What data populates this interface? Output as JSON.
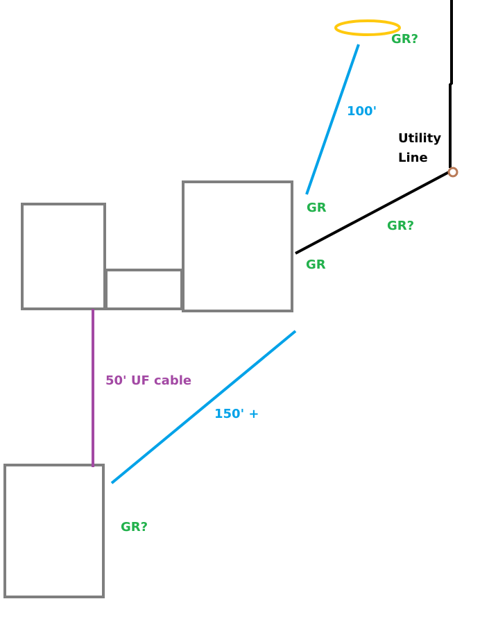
{
  "colors": {
    "building": "#7f7f7f",
    "blue": "#00a2e8",
    "purple": "#a349a4",
    "green": "#22b14c",
    "black": "#000000",
    "yellow": "#ffc90e",
    "brown": "#b97a57"
  },
  "labels": {
    "gr_well": "GR?",
    "run_100": "100'",
    "utility_line_1": "Utility",
    "utility_line_2": "Line",
    "gr_main_top": "GR",
    "gr_utility": "GR?",
    "gr_main_side": "GR",
    "uf_cable": "50' UF cable",
    "run_150": "150' +",
    "gr_outbuilding": "GR?"
  }
}
